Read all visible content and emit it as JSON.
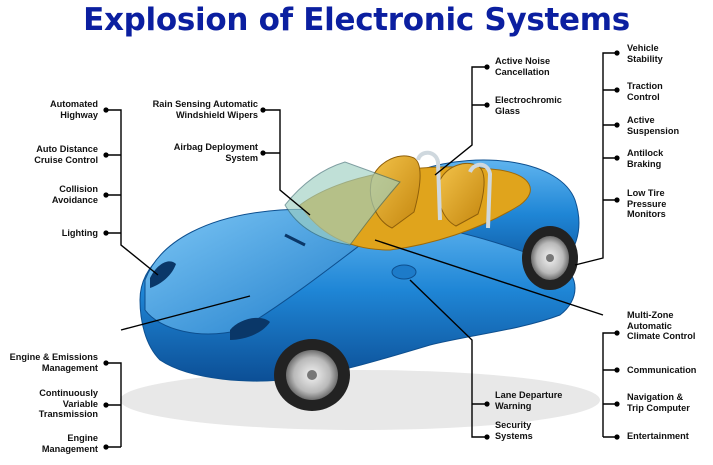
{
  "title": "Explosion of Electronic Systems",
  "labels": {
    "automated_highway": "Automated\nHighway",
    "auto_distance_cruise": "Auto Distance\nCruise Control",
    "collision_avoidance": "Collision\nAvoidance",
    "lighting": "Lighting",
    "rain_sensing_wipers": "Rain Sensing Automatic\nWindshield Wipers",
    "airbag_deployment": "Airbag Deployment\nSystem",
    "engine_emissions": "Engine & Emissions\nManagement",
    "continuously_variable_transmission": "Continuously\nVariable\nTransmission",
    "engine_management": "Engine\nManagement",
    "active_noise_cancellation": "Active Noise\nCancellation",
    "electrochromic_glass": "Electrochromic\nGlass",
    "lane_departure_warning": "Lane Departure\nWarning",
    "security_systems": "Security\nSystems",
    "vehicle_stability": "Vehicle\nStability",
    "traction_control": "Traction\nControl",
    "active_suspension": "Active\nSuspension",
    "antilock_braking": "Antilock\nBraking",
    "low_tire_pressure": "Low Tire\nPressure\nMonitors",
    "multizone_climate": "Multi-Zone\nAutomatic\nClimate Control",
    "communication": "Communication",
    "navigation_trip_computer": "Navigation &\nTrip Computer",
    "entertainment": "Entertainment"
  },
  "colors": {
    "title": "#0b1fa0",
    "car_body": "#1f86d6",
    "interior": "#e0a41c",
    "line": "#000000"
  }
}
